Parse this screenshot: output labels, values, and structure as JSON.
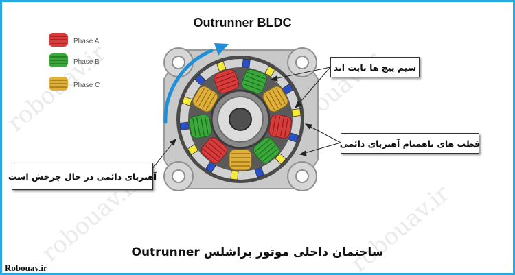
{
  "diagram": {
    "title": "Outrunner BLDC",
    "caption": "ساختمان داخلی موتور براشلس Outrunner",
    "site": "Robouav.ir",
    "watermark": "robouav.ir",
    "legend": [
      {
        "label": "Phase A",
        "color": "#d93b3b"
      },
      {
        "label": "Phase B",
        "color": "#3aa83a"
      },
      {
        "label": "Phase C",
        "color": "#e0b03a"
      }
    ],
    "callouts": {
      "stator_windings": "سیم پیچ ها ثابت اند",
      "magnet_poles": "قطب های ناهمنام آهنربای دائمی",
      "rotating_magnets": "آهنربای دائمی در حال چرخش است"
    },
    "colors": {
      "frame": "#29a9e1",
      "arrow": "#1e8fd8",
      "magnet_blue": "#2950c8",
      "magnet_yellow": "#f5ea3c"
    }
  }
}
